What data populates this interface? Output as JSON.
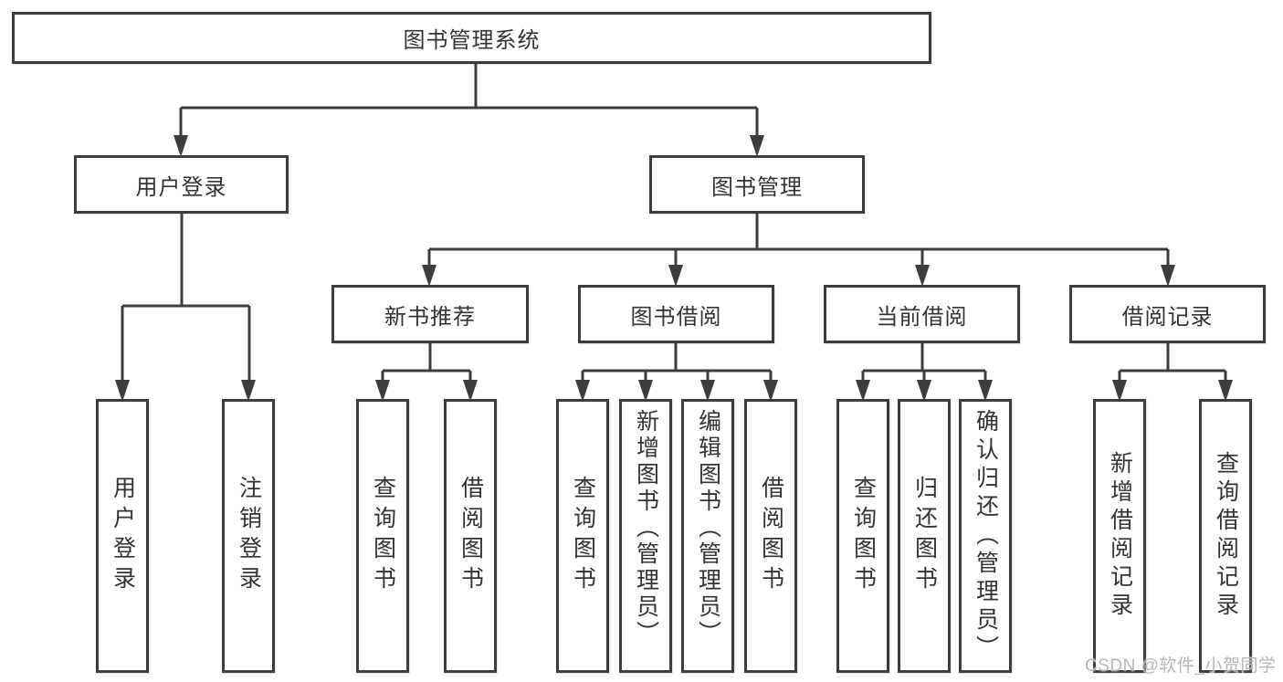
{
  "nodes": {
    "root": "图书管理系统",
    "user_login": "用户登录",
    "book_mgmt": "图书管理",
    "new_book_rec": "新书推荐",
    "book_borrow": "图书借阅",
    "current_borrow": "当前借阅",
    "borrow_record": "借阅记录",
    "leaf_user_login": "用户登录",
    "leaf_logout": "注销登录",
    "leaf_rec_query": "查询图书",
    "leaf_rec_borrow": "借阅图书",
    "leaf_bb_query": "查询图书",
    "leaf_bb_add": "新增图书（管理员）",
    "leaf_bb_edit": "编辑图书（管理员）",
    "leaf_bb_borrow": "借阅图书",
    "leaf_cb_query": "查询图书",
    "leaf_cb_return": "归还图书",
    "leaf_cb_confirm": "确认归还（管理员）",
    "leaf_br_add": "新增借阅记录",
    "leaf_br_query": "查询借阅记录"
  },
  "watermark": "CSDN @软件_小贺同学",
  "colors": {
    "line": "#3d3d3d",
    "node_text": "#333333",
    "node_fill": "#ffffff",
    "watermark_text": "#b9b5b5",
    "background": "#ffffff"
  }
}
